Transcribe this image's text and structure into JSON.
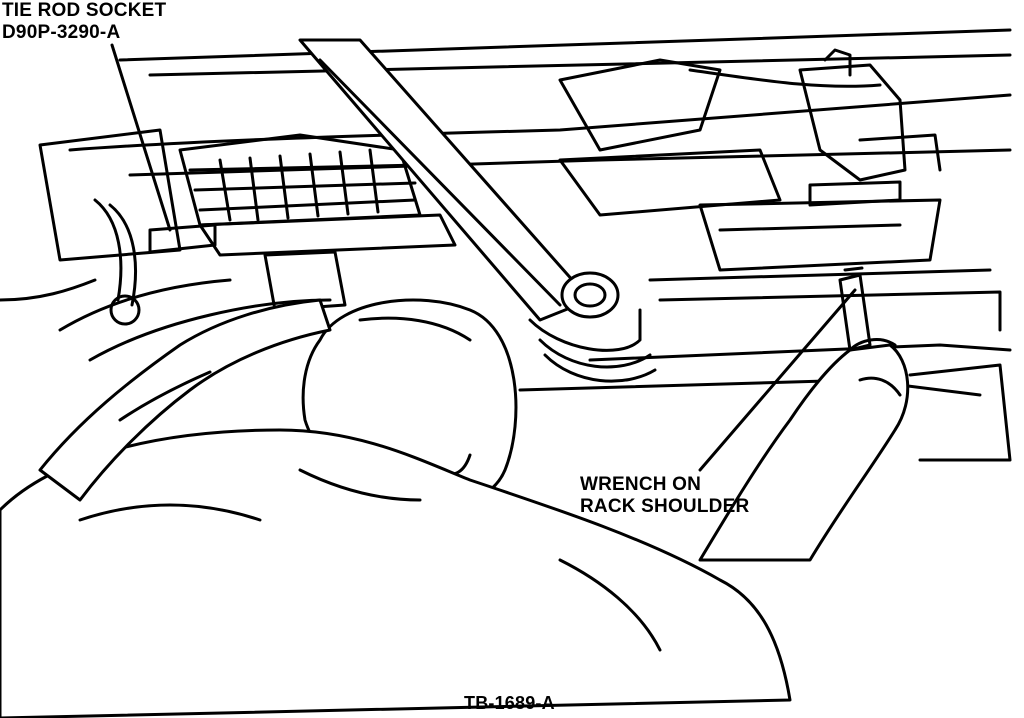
{
  "callouts": {
    "tie_rod_socket": {
      "line1": "TIE ROD SOCKET",
      "line2": "D90P-3290-A"
    },
    "wrench": {
      "line1": "WRENCH ON",
      "line2": "RACK SHOULDER"
    }
  },
  "figure_id": "TB-1689-A"
}
